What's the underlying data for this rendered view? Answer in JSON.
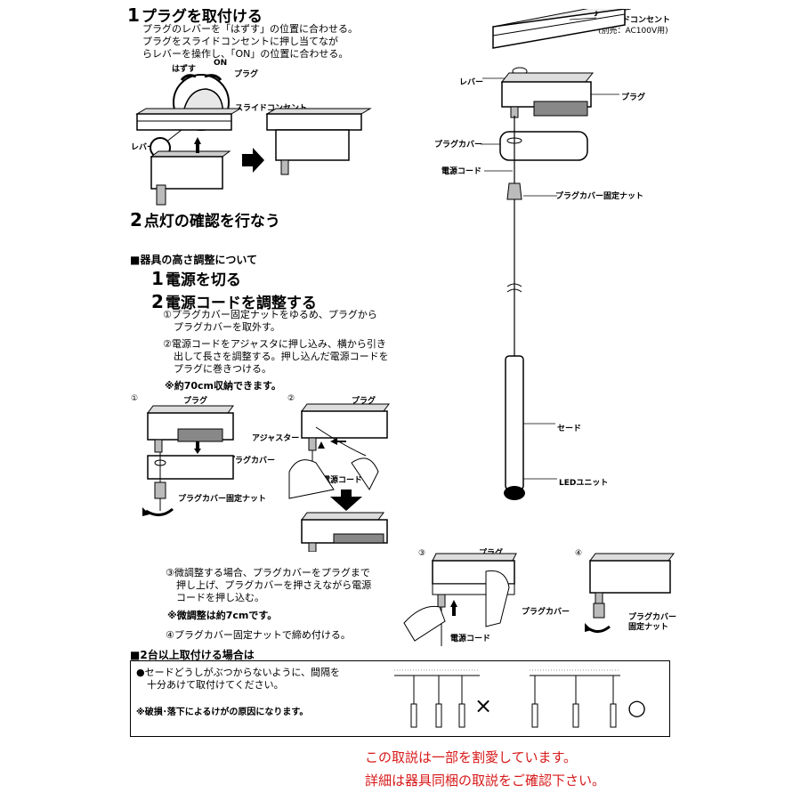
{
  "step1": {
    "num": "1",
    "title": "プラグを取付ける",
    "lines": [
      "プラグのレバーを「はずす」の位置に合わせる。",
      "プラグをスライドコンセントに押し当てなが",
      "らレバーを操作し、「ON」の位置に合わせる。"
    ]
  },
  "lever_labels": {
    "off": "はずす",
    "on": "ON",
    "plug": "プラグ"
  },
  "fig1": {
    "slide": "スライドコンセント",
    "lever": "レバー"
  },
  "step2": {
    "num": "2",
    "title": "点灯の確認を行なう"
  },
  "height_section": {
    "title": "■器具の高さ調整について",
    "s1": {
      "num": "1",
      "title": "電源を切る"
    },
    "s2": {
      "num": "2",
      "title": "電源コードを調整する"
    },
    "p1": [
      "①プラグカバー固定ナットをゆるめ、プラグから",
      "プラグカバーを取外す。"
    ],
    "p2": [
      "②電源コードをアジャスタに押し込み、横から引き",
      "出して長さを調整する。押し込んだ電源コードを",
      "プラグに巻きつける。"
    ],
    "note": "※約70cm収納できます。"
  },
  "fig_a": {
    "num": "①",
    "plug": "プラグ",
    "cover": "プラグカバー",
    "nut": "プラグカバー固定ナット"
  },
  "fig_b": {
    "num": "②",
    "plug": "プラグ",
    "adjuster": "アジャスター",
    "cord": "電源コード"
  },
  "p3": [
    "③微調整する場合、プラグカバーをプラグまで",
    "押し上げ、プラグカバーを押さえながら電源",
    "コードを押し込む。"
  ],
  "note2": "※微調整は約7cmです。",
  "p4": "④プラグカバー固定ナットで締め付ける。",
  "fig_c": {
    "num": "③",
    "plug": "プラグ",
    "cover": "プラグカバー",
    "cord": "電源コード"
  },
  "fig_d": {
    "num": "④",
    "label1": "プラグカバー",
    "label2": "固定ナット"
  },
  "right": {
    "slide": "スライドコンセント",
    "slide_note": "(別売：AC100V用)",
    "lever": "レバー",
    "plug": "プラグ",
    "cover": "プラグカバー",
    "cord": "電源コード",
    "nut": "プラグカバー固定ナット",
    "shade": "セード",
    "led": "LEDユニット"
  },
  "multi": {
    "title": "■2台以上取付ける場合は",
    "lines": [
      "●セードどうしがぶつからないように、間隔を",
      "十分あけて取付けてください。"
    ],
    "warn": "※破損･落下によるけがの原因になります。",
    "bad": "×",
    "good": "○"
  },
  "footer": [
    "この取説は一部を割愛しています。",
    "詳細は器具同梱の取説をご確認下さい。"
  ]
}
